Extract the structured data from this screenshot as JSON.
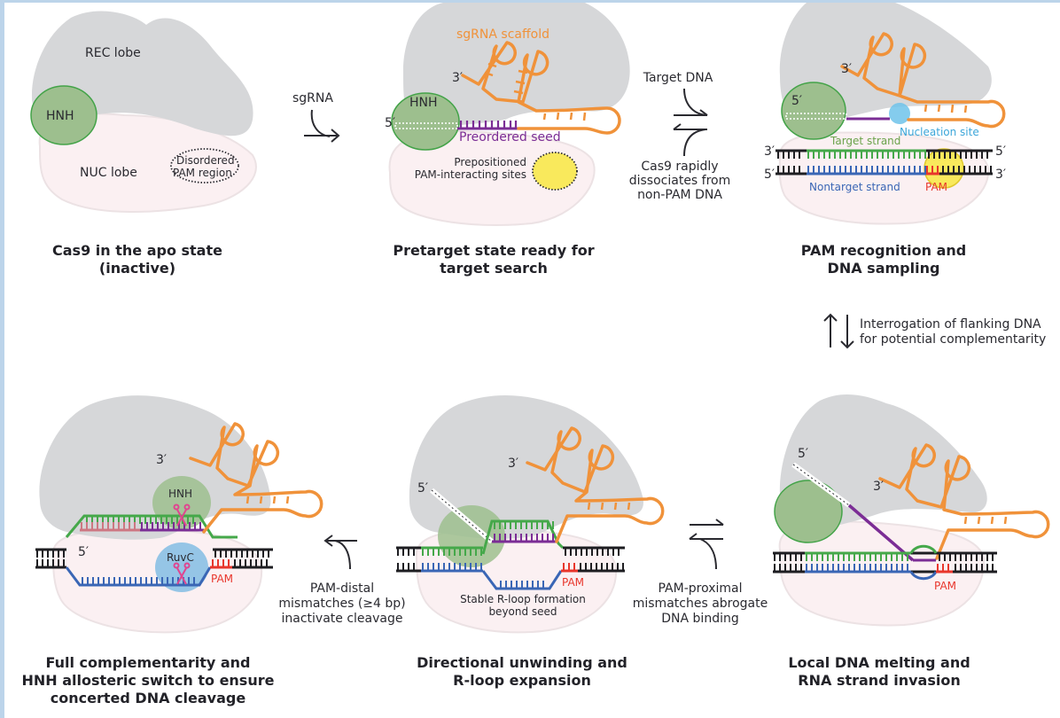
{
  "figure": {
    "colors": {
      "frame": "#bcd4ea",
      "rec_lobe": "#d6d7d9",
      "nuc_lobe": "#fbf0f2",
      "hnh": "#9dbf8e",
      "sgrna": "#f0923a",
      "seed": "#7b2d95",
      "target_strand": "#45a84a",
      "nontarget_strand": "#3a66b5",
      "pam": "#e8362c",
      "pam_site": "#f9e95c",
      "nucleation_site": "#6fc3ea",
      "ruvc": "#82bde4",
      "scissors": "#e0458f"
    },
    "panels": [
      {
        "id": "apo",
        "caption": [
          "Cas9 in the apo state",
          "(inactive)"
        ],
        "labels": {
          "rec": "REC lobe",
          "hnh": "HNH",
          "nuc": "NUC lobe",
          "pam_region": [
            "Disordered",
            "PAM region"
          ]
        }
      },
      {
        "id": "pretarget",
        "caption": [
          "Pretarget state ready for",
          "target search"
        ],
        "labels": {
          "scaffold": "sgRNA scaffold",
          "three_prime": "3′",
          "five_prime": "5′",
          "hnh": "HNH",
          "seed": "Preordered seed",
          "pam_sites": [
            "Prepositioned",
            "PAM-interacting sites"
          ]
        }
      },
      {
        "id": "pam-recognition",
        "caption": [
          "PAM recognition and",
          "DNA sampling"
        ],
        "labels": {
          "three_prime_rna": "3′",
          "five_prime_rna": "5′",
          "nucleation": "Nucleation site",
          "target_strand": "Target strand",
          "nontarget_strand": "Nontarget strand",
          "pam": "PAM",
          "dna_top_left": "3′",
          "dna_top_right": "5′",
          "dna_bottom_left": "5′",
          "dna_bottom_right": "3′"
        }
      },
      {
        "id": "strand-invasion",
        "caption": [
          "Local DNA melting and",
          "RNA strand invasion"
        ],
        "labels": {
          "five_prime": "5′",
          "three_prime": "3′",
          "pam": "PAM"
        }
      },
      {
        "id": "rloop",
        "caption": [
          "Directional unwinding and",
          "R-loop expansion"
        ],
        "labels": {
          "five_prime": "5′",
          "three_prime": "3′",
          "pam": "PAM",
          "note": [
            "Stable R-loop formation",
            "beyond seed"
          ]
        }
      },
      {
        "id": "cleavage",
        "caption": [
          "Full complementarity and",
          "HNH allosteric switch to ensure",
          "concerted DNA cleavage"
        ],
        "labels": {
          "three_prime": "3′",
          "five_prime": "5′",
          "hnh": "HNH",
          "ruvc": "RuvC",
          "pam": "PAM"
        }
      }
    ],
    "transitions": {
      "sgrna": "sgRNA",
      "target_dna": "Target DNA",
      "dissociate": [
        "Cas9 rapidly",
        "dissociates from",
        "non-PAM DNA"
      ],
      "interrogation": [
        "Interrogation of flanking DNA",
        "for potential complementarity"
      ],
      "proximal": [
        "PAM-proximal",
        "mismatches abrogate",
        "DNA binding"
      ],
      "distal": [
        "PAM-distal",
        "mismatches (≥4 bp)",
        "inactivate cleavage"
      ]
    }
  }
}
